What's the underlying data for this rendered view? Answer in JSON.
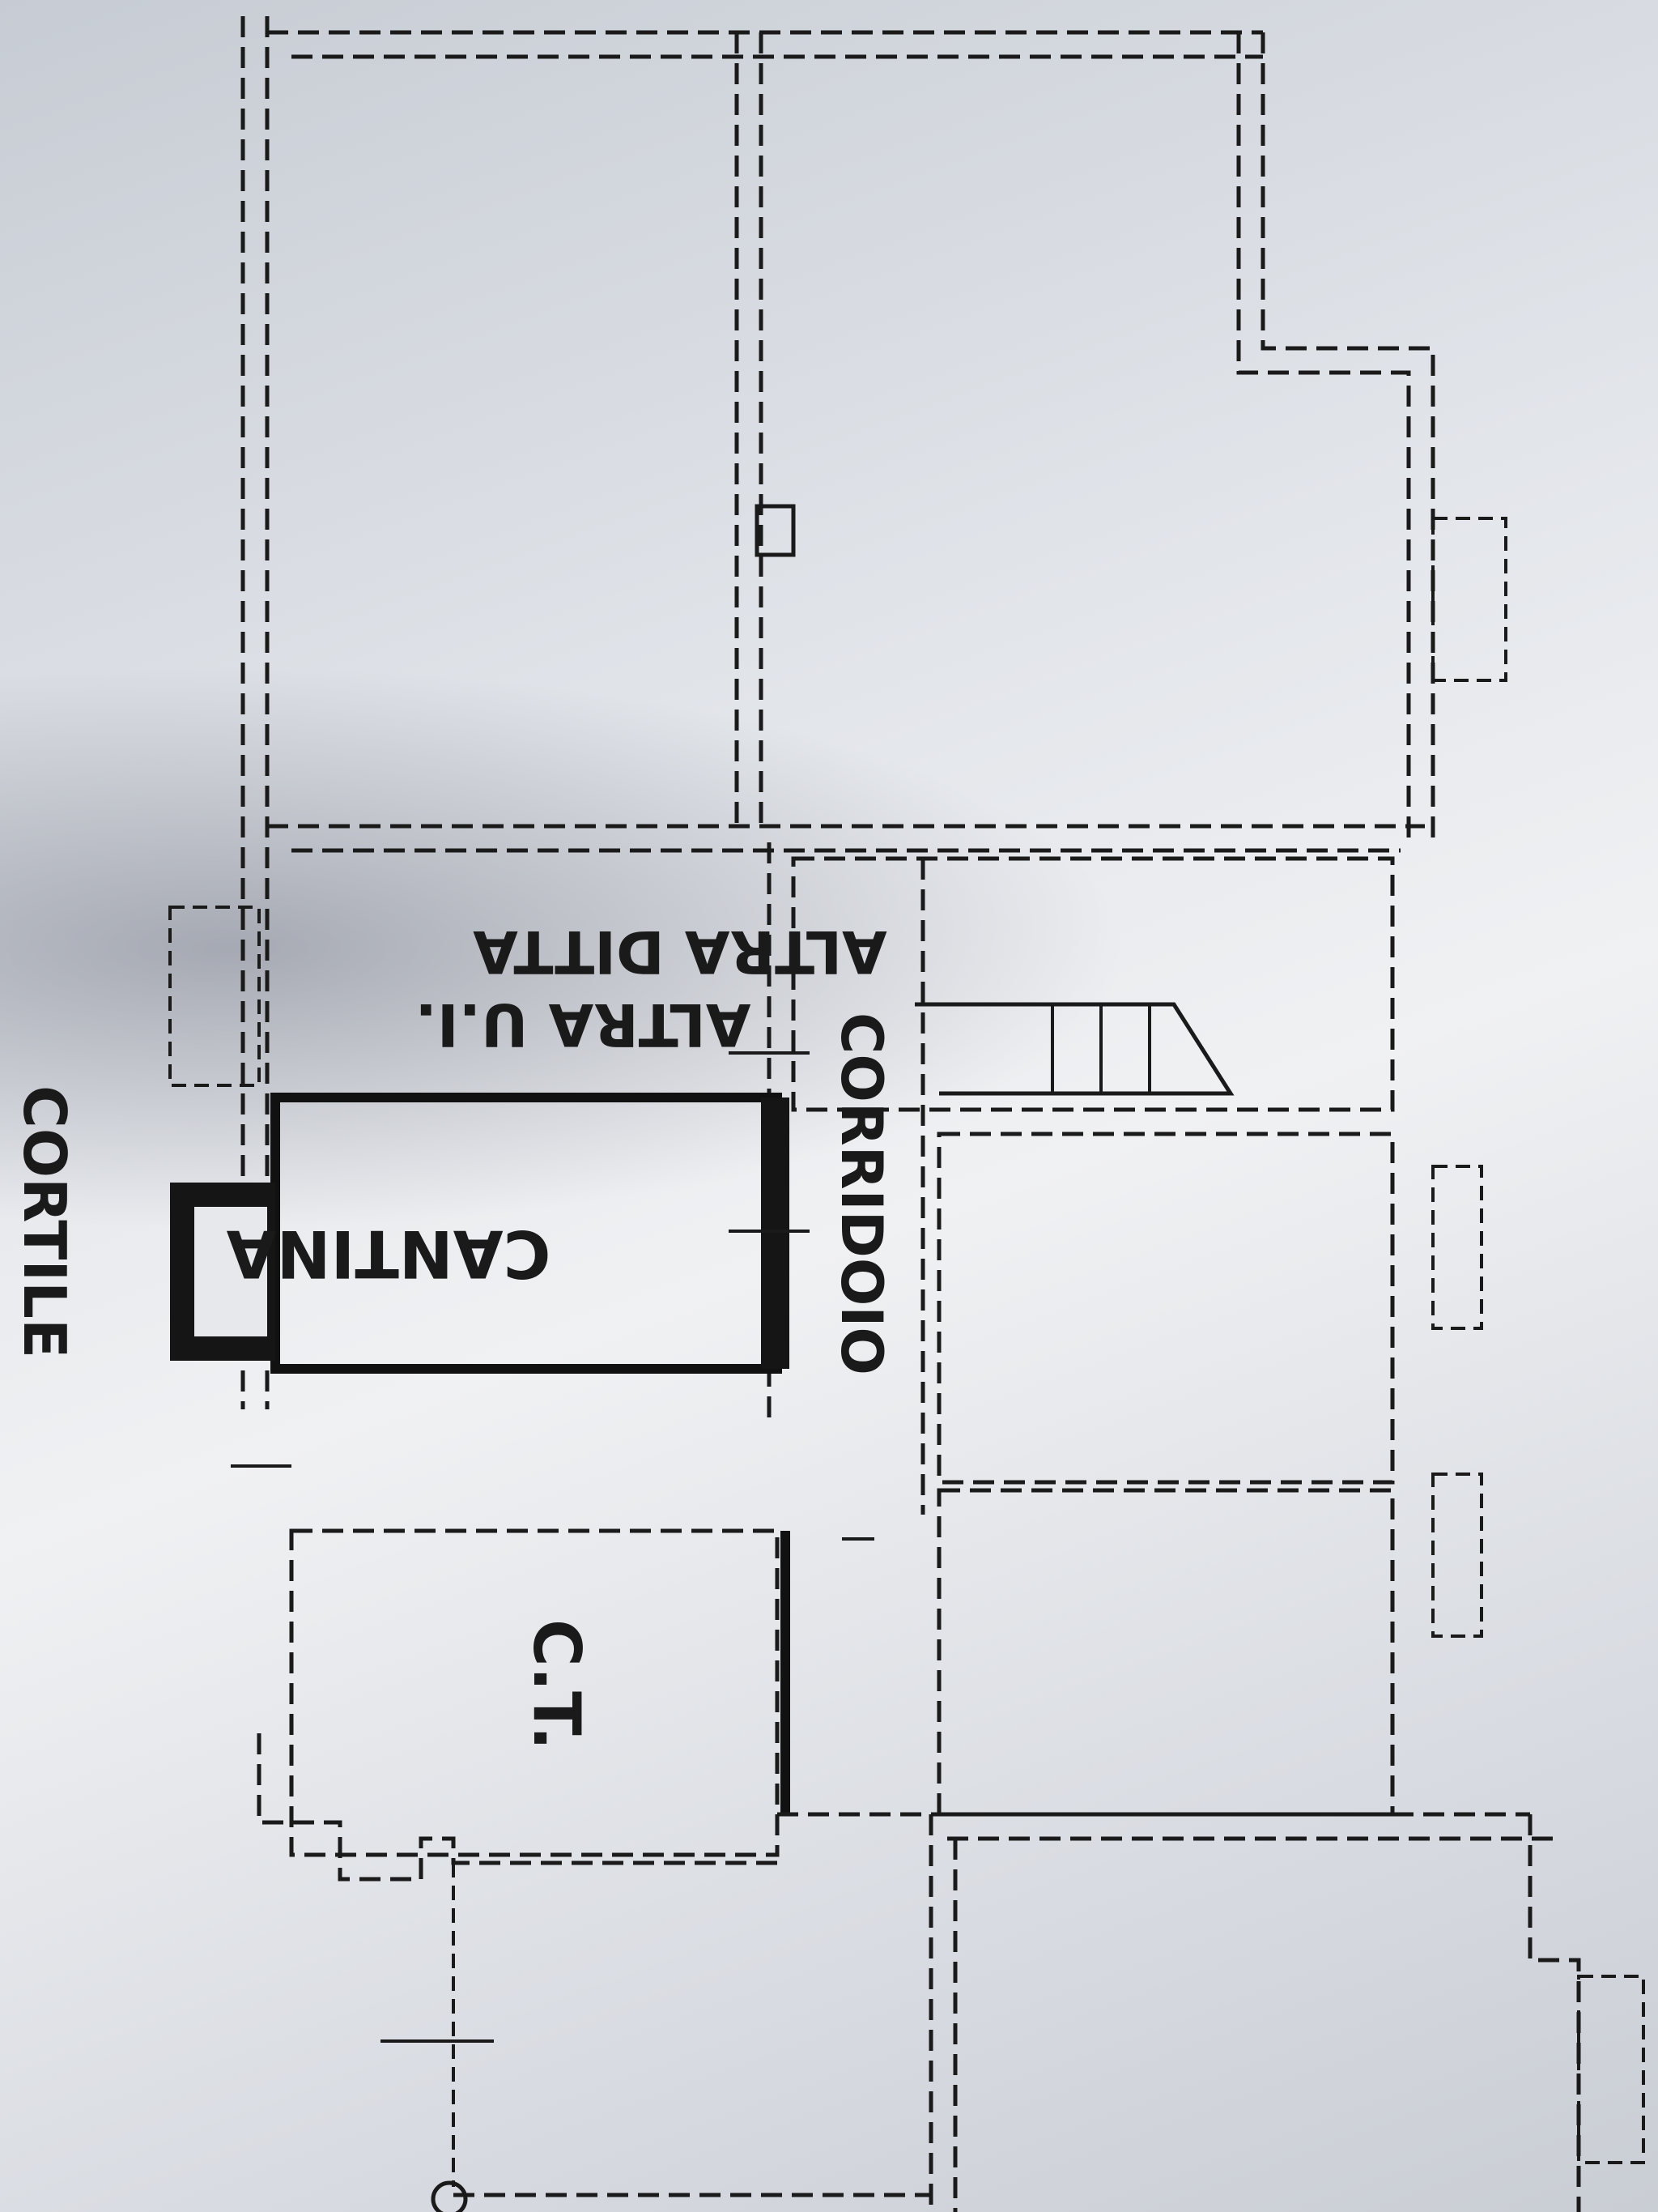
{
  "labels": {
    "cortile": "CORTILE",
    "cantina": "CANTINA",
    "corridoio": "CORRIDOIO",
    "altra_ui": "ALTRA U.I.",
    "altra_ditta": "ALTRA DITTA",
    "ct": "C.T."
  },
  "colors": {
    "ink": "#1a1a1a",
    "paper": "#e8eaee"
  }
}
